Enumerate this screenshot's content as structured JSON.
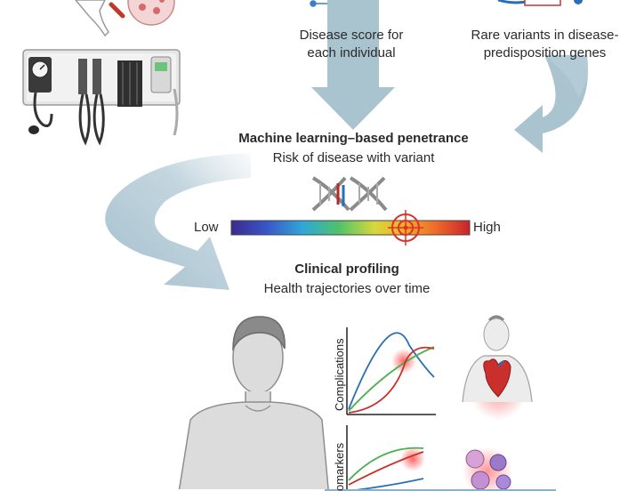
{
  "labels": {
    "disease_score": "Disease score for each individual",
    "disease_score_line1": "Disease score for",
    "disease_score_line2": "each individual",
    "rare_variants_line1": "Rare variants in disease-",
    "rare_variants_line2": "predisposition genes",
    "ml_title": "Machine learning–based penetrance",
    "ml_subtitle": "Risk of disease with variant",
    "scale_low": "Low",
    "scale_high": "High",
    "clinical_title": "Clinical profiling",
    "clinical_subtitle": "Health trajectories over time"
  },
  "panel": {
    "chart1_ylabel": "Complications",
    "chart2_ylabel": "omarkers"
  },
  "colors": {
    "arrow": "#a9c3cf",
    "arrow_dark": "#94b3c2",
    "panel_bg": "#eaf1f7",
    "panel_border": "#8fb0c9",
    "curve_red": "#c9302c",
    "curve_green": "#4caf50",
    "curve_blue": "#2a6fb3",
    "target": "#d9342b"
  },
  "icons": [
    "hand-icon",
    "blood-cells-icon",
    "network-graph-icon",
    "dna-helix-icon",
    "target-icon",
    "medical-wall-station-icon",
    "patient-figure-icon",
    "heart-torso-icon",
    "cells-icon"
  ]
}
